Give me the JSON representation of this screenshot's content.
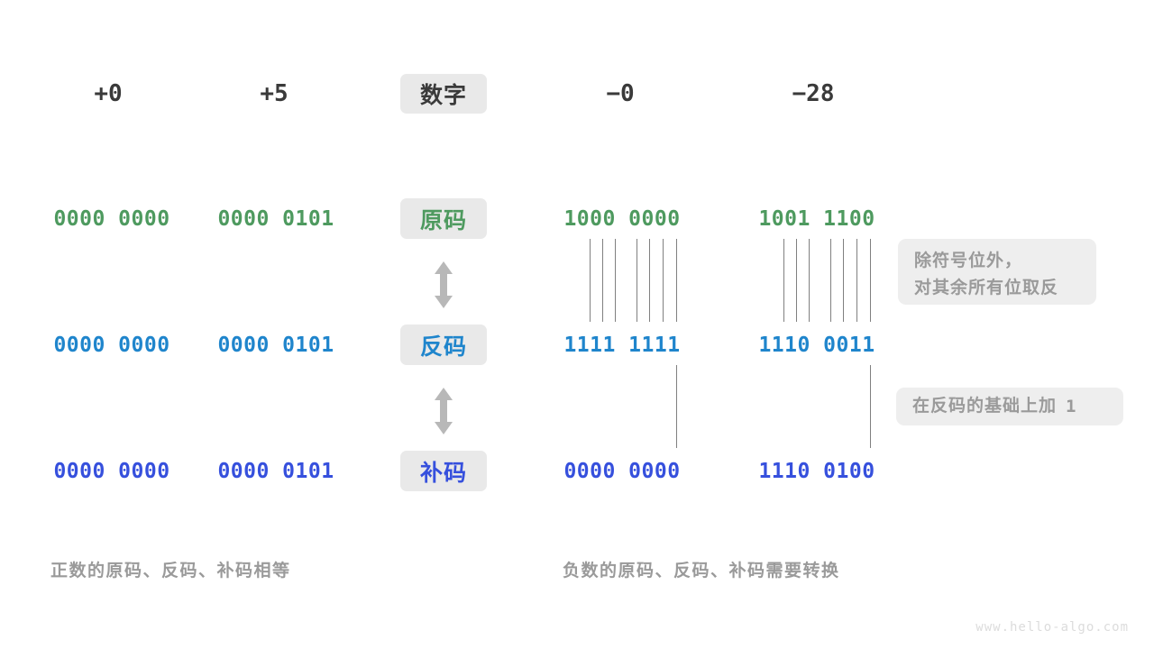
{
  "diagram": {
    "watermark": "www.hello-algo.com",
    "row_labels": [
      {
        "text": "数字",
        "color": "#3a3a3a"
      },
      {
        "text": "原码",
        "color": "#4e9a5f"
      },
      {
        "text": "反码",
        "color": "#1f85cc"
      },
      {
        "text": "补码",
        "color": "#3650dd"
      }
    ],
    "columns": {
      "positive": [
        {
          "header": "+0",
          "true_form": "0000 0000",
          "ones_complement": "0000 0000",
          "twos_complement": "0000 0000"
        },
        {
          "header": "+5",
          "true_form": "0000 0101",
          "ones_complement": "0000 0101",
          "twos_complement": "0000 0101"
        }
      ],
      "negative": [
        {
          "header": "−0",
          "true_form": "1000 0000",
          "ones_complement": "1111 1111",
          "twos_complement": "0000 0000"
        },
        {
          "header": "−28",
          "true_form": "1001 1100",
          "ones_complement": "1110 0011",
          "twos_complement": "1110 0100"
        }
      ]
    },
    "notes": [
      {
        "line1": "除符号位外，",
        "line2": "对其余所有位取反"
      },
      {
        "line1": "在反码的基础上加",
        "value": "1"
      }
    ],
    "captions": {
      "left": "正数的原码、反码、补码相等",
      "right": "负数的原码、反码、补码需要转换"
    },
    "colors": {
      "true_form": "#4e9a5f",
      "ones_complement": "#1f85cc",
      "twos_complement": "#3650dd",
      "badge_bg": "#e9e9e9",
      "note_bg": "#eeeeee",
      "note_text": "#9a9a9a",
      "tick_line": "#808080",
      "arrow": "#b8b8b8"
    }
  }
}
